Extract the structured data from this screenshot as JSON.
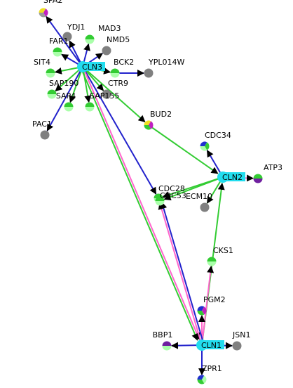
{
  "hubs": [
    {
      "id": "CLN3",
      "label": "CLN3"
    },
    {
      "id": "CLN2",
      "label": "CLN2"
    },
    {
      "id": "CLN1",
      "label": "CLN1"
    }
  ],
  "nodes": [
    {
      "id": "SPA2",
      "label": "SPA2",
      "colors": [
        "#f0e020",
        "#c020c0",
        "#9a9a9a"
      ]
    },
    {
      "id": "YDJ1",
      "label": "YDJ1",
      "colors": [
        "#808080"
      ]
    },
    {
      "id": "MAD3",
      "label": "MAD3",
      "colors": [
        "#33cc33",
        "#aaffaa"
      ]
    },
    {
      "id": "FAR1",
      "label": "FAR1",
      "colors": [
        "#33cc33",
        "#aaffaa"
      ]
    },
    {
      "id": "NMD5",
      "label": "NMD5",
      "colors": [
        "#808080"
      ]
    },
    {
      "id": "SIT4",
      "label": "SIT4",
      "colors": [
        "#33cc33",
        "#aaffaa"
      ]
    },
    {
      "id": "BCK2",
      "label": "BCK2",
      "colors": [
        "#33cc33",
        "#aaffaa"
      ]
    },
    {
      "id": "YPL014W",
      "label": "YPL014W",
      "colors": [
        "#808080"
      ]
    },
    {
      "id": "SAP190",
      "label": "SAP190",
      "colors": [
        "#33cc33",
        "#aaffaa"
      ]
    },
    {
      "id": "CTR9",
      "label": "CTR9",
      "colors": [
        "#808080"
      ]
    },
    {
      "id": "SAP4",
      "label": "SAP4",
      "colors": [
        "#33cc33",
        "#aaffaa"
      ]
    },
    {
      "id": "SAP155",
      "label": "SAP155",
      "colors": [
        "#33cc33",
        "#aaffaa"
      ]
    },
    {
      "id": "PAC1",
      "label": "PAC1",
      "colors": [
        "#808080"
      ]
    },
    {
      "id": "BUD2",
      "label": "BUD2",
      "colors": [
        "#f0e020",
        "#c020c0",
        "#33cc33"
      ]
    },
    {
      "id": "CDC34",
      "label": "CDC34",
      "colors": [
        "#2030d0",
        "#33cc33",
        "#aaffaa"
      ]
    },
    {
      "id": "ATP3",
      "label": "ATP3",
      "colors": [
        "#33cc33",
        "#7020a0"
      ]
    },
    {
      "id": "CDC28",
      "label": "CDC28",
      "colors": [
        "#33cc33",
        "#aaffaa"
      ]
    },
    {
      "id": "CDC53",
      "label": "CDC53",
      "colors": [
        "#33cc33",
        "#aaffaa"
      ]
    },
    {
      "id": "ECM10",
      "label": "ECM10",
      "colors": [
        "#808080"
      ]
    },
    {
      "id": "CKS1",
      "label": "CKS1",
      "colors": [
        "#33cc33",
        "#aaffaa"
      ]
    },
    {
      "id": "PGM2",
      "label": "PGM2",
      "colors": [
        "#2030d0",
        "#c020c0",
        "#33cc33"
      ]
    },
    {
      "id": "BBP1",
      "label": "BBP1",
      "colors": [
        "#7020a0",
        "#aaffaa"
      ]
    },
    {
      "id": "JSN1",
      "label": "JSN1",
      "colors": [
        "#808080"
      ]
    },
    {
      "id": "ZPR1",
      "label": "ZPR1",
      "colors": [
        "#2030d0",
        "#aaffaa",
        "#33cc33"
      ]
    }
  ],
  "edges": [
    {
      "from": "CLN3",
      "to": "SPA2",
      "color": "#2222cc"
    },
    {
      "from": "CLN3",
      "to": "YDJ1",
      "color": "#2222cc"
    },
    {
      "from": "CLN3",
      "to": "MAD3",
      "color": "#2222cc"
    },
    {
      "from": "CLN3",
      "to": "FAR1",
      "color": "#2222cc"
    },
    {
      "from": "CLN3",
      "to": "NMD5",
      "color": "#2222cc"
    },
    {
      "from": "CLN3",
      "to": "SIT4",
      "color": "#33cc33"
    },
    {
      "from": "CLN3",
      "to": "BCK2",
      "color": "#33cc33"
    },
    {
      "from": "BCK2",
      "to": "YPL014W",
      "color": "#2222cc"
    },
    {
      "from": "CLN3",
      "to": "SAP190",
      "color": "#33cc33"
    },
    {
      "from": "CLN3",
      "to": "CTR9",
      "color": "#33cc33"
    },
    {
      "from": "CLN3",
      "to": "SAP4",
      "color": "#33cc33"
    },
    {
      "from": "CLN3",
      "to": "SAP155",
      "color": "#33cc33"
    },
    {
      "from": "CLN3",
      "to": "PAC1",
      "color": "#2222cc"
    },
    {
      "from": "CLN3",
      "to": "BUD2",
      "color": "#33cc33"
    },
    {
      "from": "CLN3",
      "to": "CDC28",
      "color": "#2222cc"
    },
    {
      "from": "CLN3",
      "to": "CLN1",
      "color": "#ff66cc"
    },
    {
      "from": "CLN3",
      "to": "CLN1",
      "color": "#33cc33"
    },
    {
      "from": "BUD2",
      "to": "CLN2",
      "color": "#33cc33"
    },
    {
      "from": "CLN2",
      "to": "CDC34",
      "color": "#2222cc"
    },
    {
      "from": "CLN2",
      "to": "ATP3",
      "color": "#ff66cc"
    },
    {
      "from": "CLN2",
      "to": "CDC28",
      "color": "#33cc33"
    },
    {
      "from": "CLN2",
      "to": "CDC53",
      "color": "#33cc33"
    },
    {
      "from": "CLN2",
      "to": "ECM10",
      "color": "#33cc33"
    },
    {
      "from": "CLN1",
      "to": "CLN2",
      "color": "#33cc33"
    },
    {
      "from": "CLN1",
      "to": "CKS1",
      "color": "#ff66cc"
    },
    {
      "from": "CLN1",
      "to": "PGM2",
      "color": "#ff66cc"
    },
    {
      "from": "CLN1",
      "to": "BBP1",
      "color": "#2222cc"
    },
    {
      "from": "CLN1",
      "to": "JSN1",
      "color": "#2222cc"
    },
    {
      "from": "CLN1",
      "to": "ZPR1",
      "color": "#2222cc"
    },
    {
      "from": "CLN1",
      "to": "CDC28",
      "color": "#ff66cc"
    },
    {
      "from": "CLN1",
      "to": "CDC28",
      "color": "#2222cc"
    }
  ],
  "colors": {
    "hub": "#22ddee",
    "hub_label_bg": "#22ddee"
  }
}
